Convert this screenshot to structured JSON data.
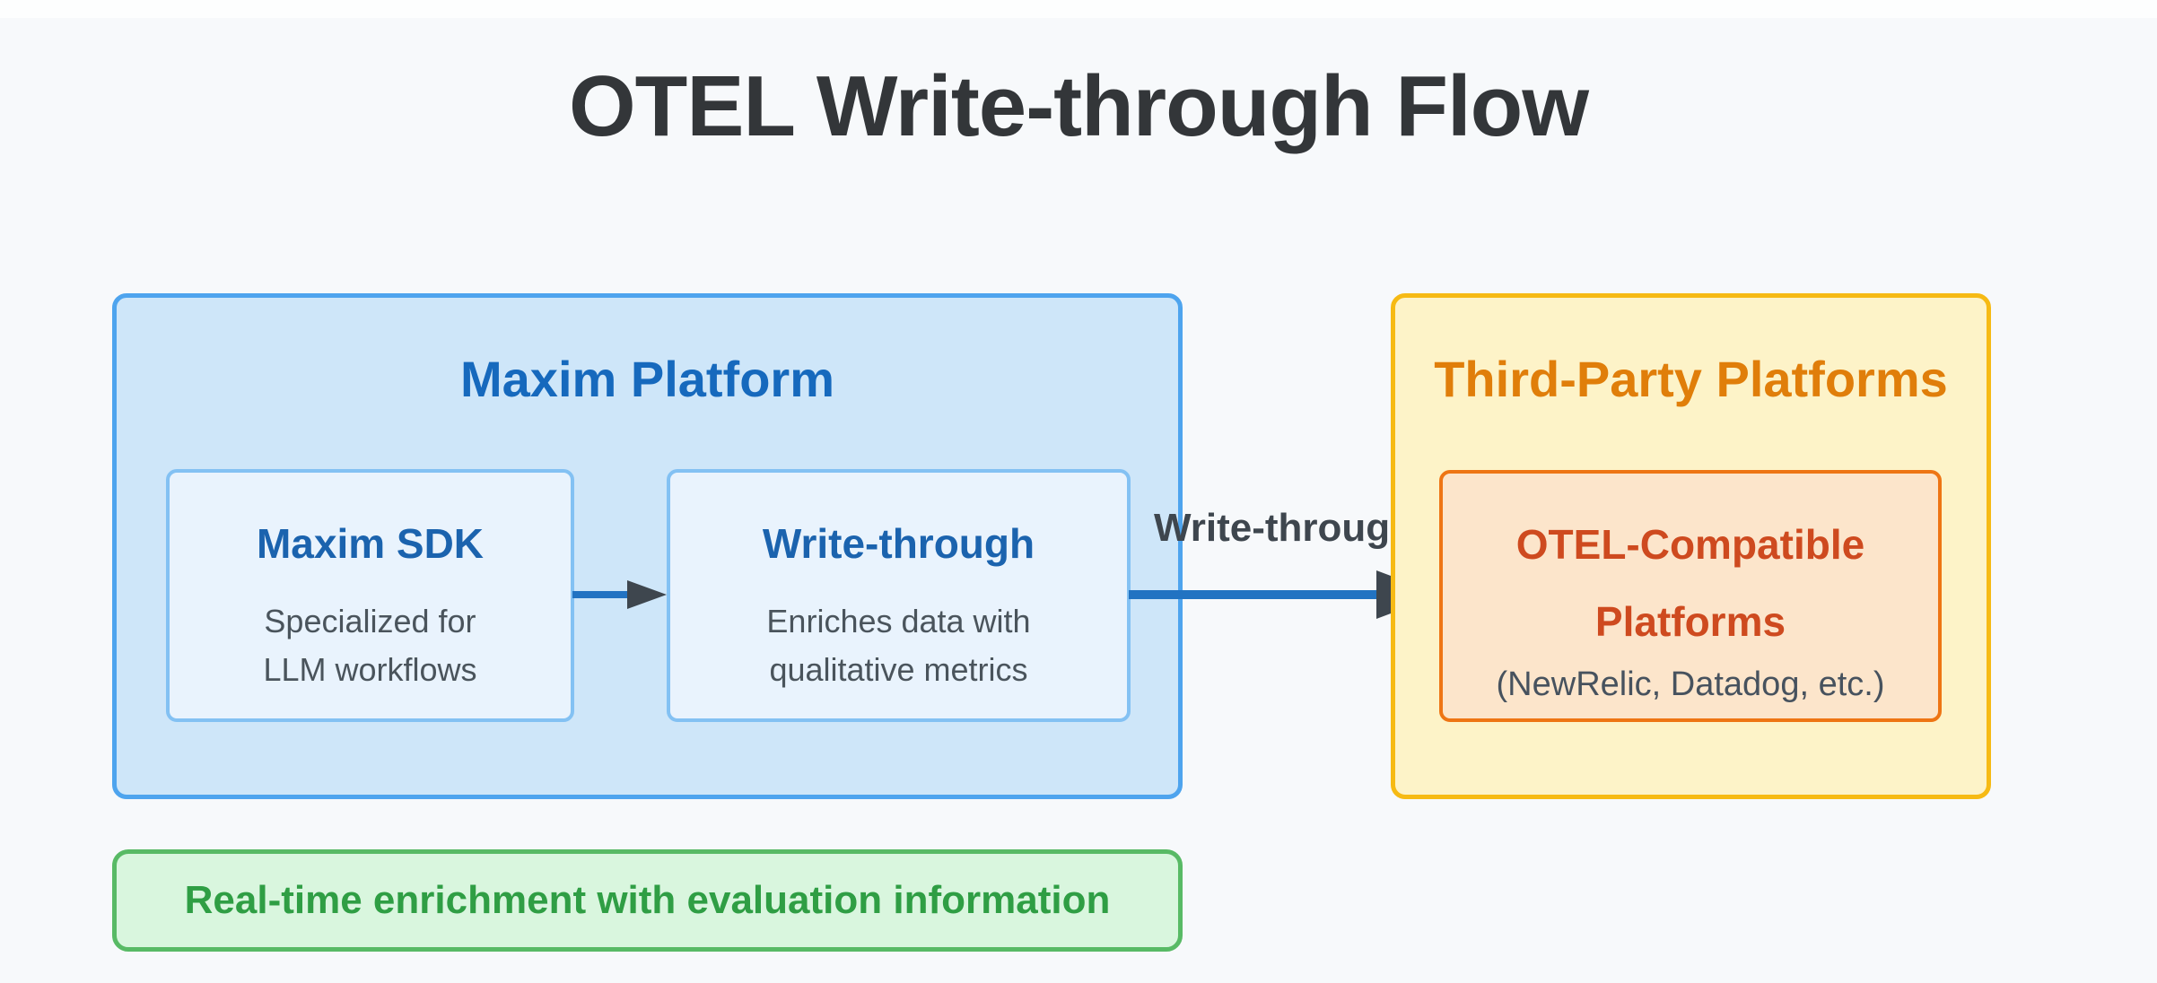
{
  "title": "OTEL Write-through Flow",
  "clusters": {
    "maxim_platform": {
      "label": "Maxim Platform"
    },
    "third_party": {
      "label": "Third-Party Platforms"
    }
  },
  "nodes": {
    "maxim_sdk": {
      "title": "Maxim SDK",
      "body_line1": "Specialized for",
      "body_line2": "LLM workflows"
    },
    "write_through": {
      "title": "Write-through",
      "body_line1": "Enriches data with",
      "body_line2": "qualitative metrics"
    },
    "otel_platforms": {
      "title_line1": "OTEL-Compatible",
      "title_line2": "Platforms",
      "body": "(NewRelic, Datadog, etc.)"
    }
  },
  "edges": {
    "write_through_to_otel": {
      "label": "Write-through"
    }
  },
  "note": {
    "text": "Real-time enrichment with evaluation information"
  },
  "colors": {
    "background": "#f7f9fb",
    "title_text": "#333639",
    "blue_cluster_fill": "#cee6f9",
    "blue_cluster_border": "#4ea4ee",
    "blue_heading": "#1669bd",
    "blue_node_fill": "#e9f3fd",
    "blue_node_border": "#83c1f3",
    "node_title_blue": "#1b63ae",
    "body_text": "#4a545c",
    "edge_line": "#2273c2",
    "arrowhead": "#3e464e",
    "edge_label_text": "#3e464e",
    "yellow_cluster_fill": "#fdf3c8",
    "yellow_cluster_border": "#f6ba14",
    "orange_heading": "#e07e0a",
    "orange_node_fill": "#fce5cb",
    "orange_node_border": "#ee7514",
    "orange_node_title": "#ce4a1f",
    "otel_body_text": "#47525e",
    "note_fill": "#d9f6de",
    "note_border": "#58ba65",
    "note_text": "#2f9e44"
  }
}
